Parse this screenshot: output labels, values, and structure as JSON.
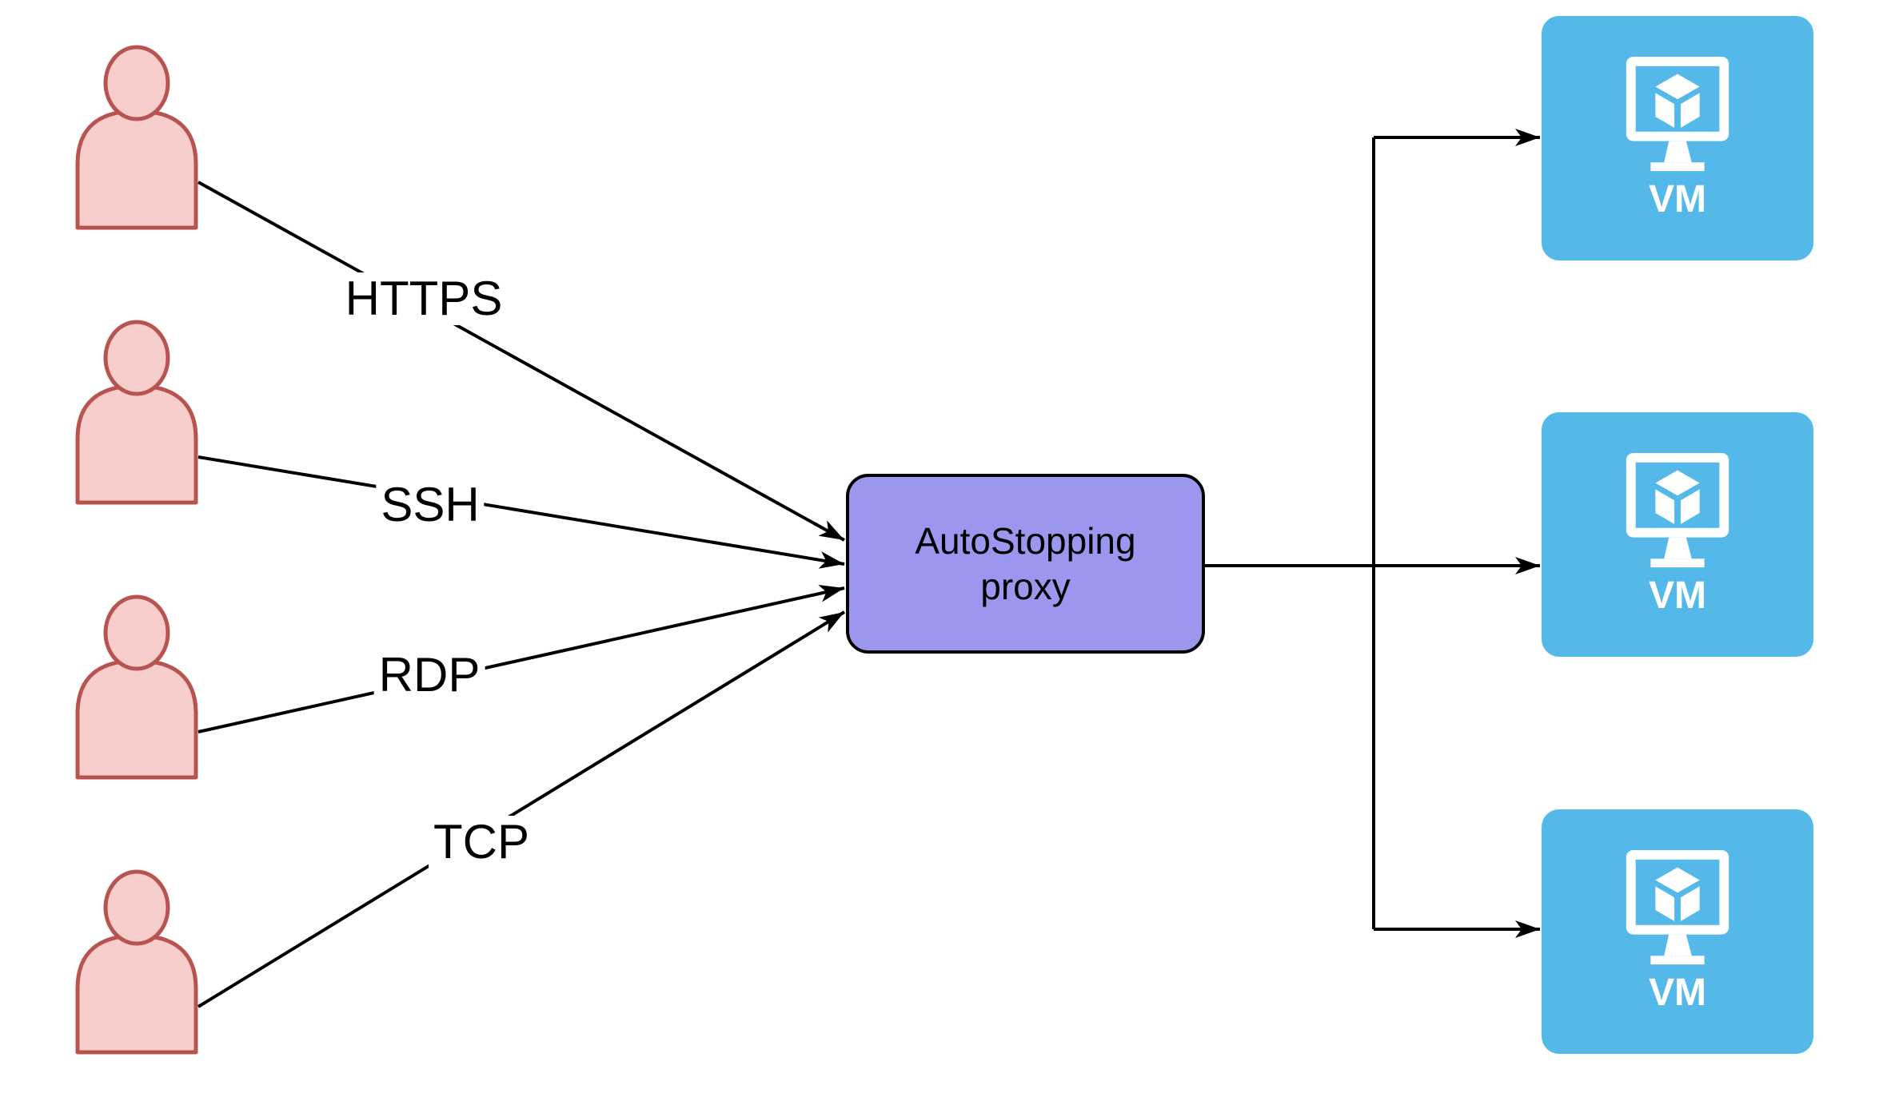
{
  "colors": {
    "canvas-bg": "#ffffff",
    "edge": "#000000",
    "label-text": "#000000",
    "user-fill": "#F8CECC",
    "user-stroke": "#B85450",
    "proxy-fill": "#9B97EE",
    "proxy-stroke": "#000000",
    "vm-fill": "#54B9E9",
    "vm-icon": "#ffffff"
  },
  "diagram": {
    "user_count": 4,
    "edges": [
      {
        "label": "HTTPS"
      },
      {
        "label": "SSH"
      },
      {
        "label": "RDP"
      },
      {
        "label": "TCP"
      }
    ],
    "proxy": {
      "label": "AutoStopping proxy"
    },
    "vms": [
      {
        "label": "VM"
      },
      {
        "label": "VM"
      },
      {
        "label": "VM"
      }
    ]
  }
}
